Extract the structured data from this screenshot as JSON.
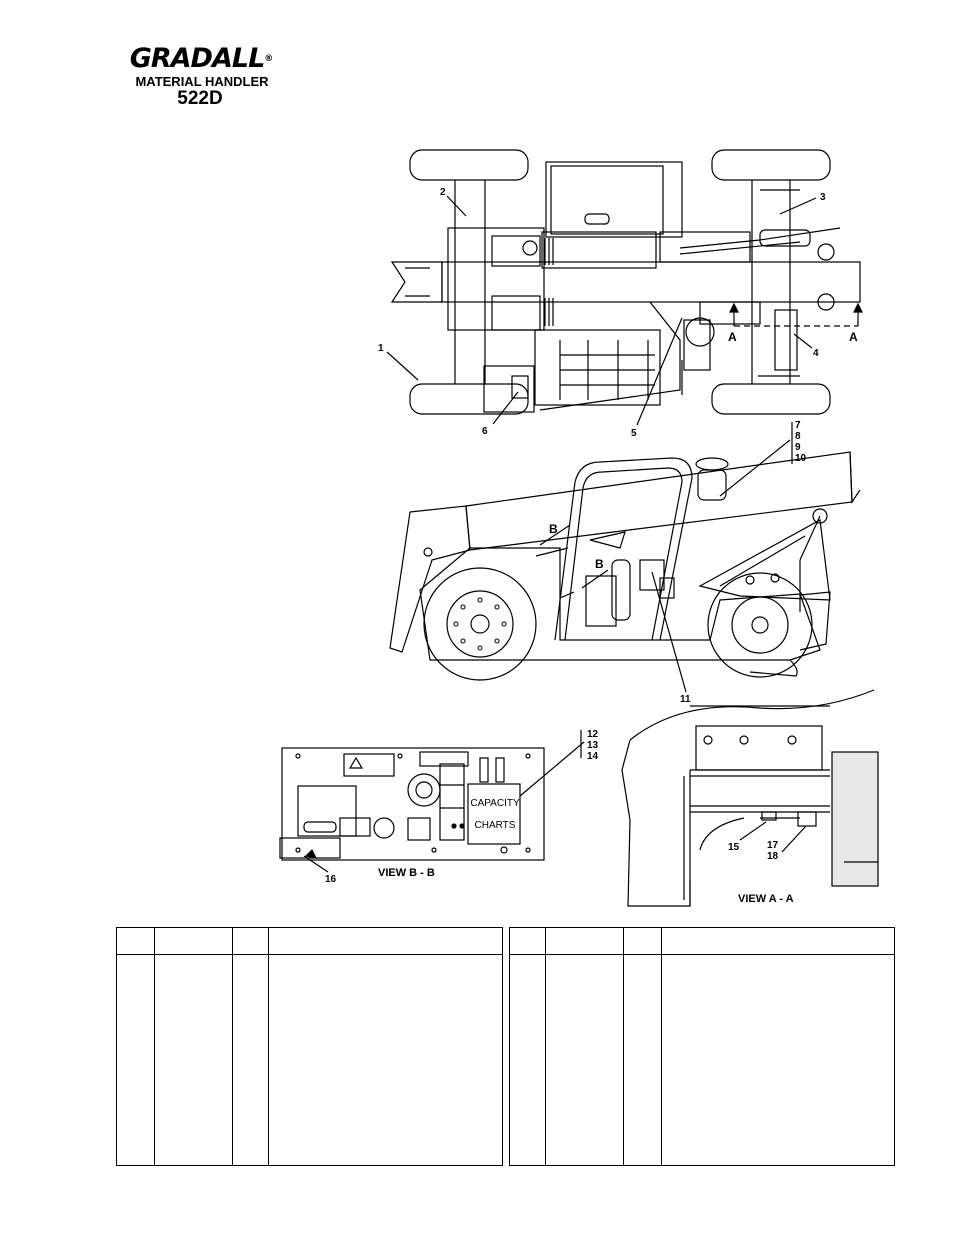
{
  "header": {
    "brand": "GRADALL",
    "registered_mark": "®",
    "subtitle": "MATERIAL HANDLER",
    "model": "522D"
  },
  "callouts": {
    "c1": "1",
    "c2": "2",
    "c3": "3",
    "c4": "4",
    "c5": "5",
    "c6": "6",
    "c7_10": [
      "7",
      "8",
      "9",
      "10"
    ],
    "c11": "11",
    "c12_14": [
      "12",
      "13",
      "14"
    ],
    "c15": "15",
    "c16": "16",
    "c17_18": [
      "17",
      "18"
    ]
  },
  "section_marks": {
    "a_left": "A",
    "a_right": "A",
    "b_upper": "B",
    "b_lower": "B"
  },
  "views": {
    "view_bb": "VIEW B - B",
    "view_aa": "VIEW A - A"
  },
  "panel": {
    "capacity_line1": "CAPACITY",
    "capacity_line2": "CHARTS"
  },
  "parts_table": {
    "left_headers": [
      "",
      "",
      "",
      ""
    ],
    "right_headers": [
      "",
      "",
      "",
      ""
    ]
  }
}
